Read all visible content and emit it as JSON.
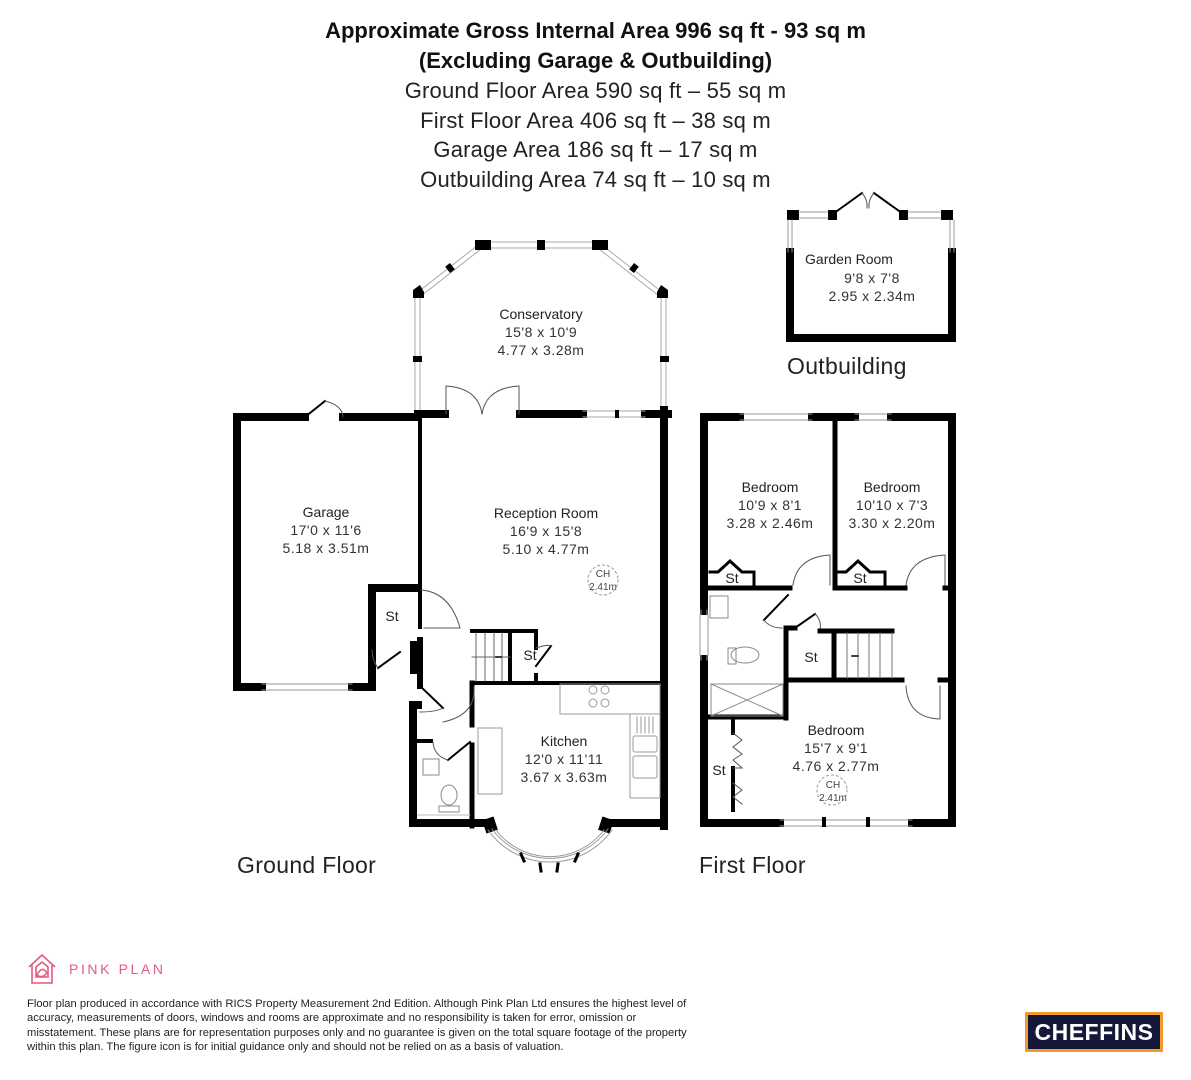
{
  "header": {
    "title_line1": "Approximate Gross Internal Area 996 sq ft - 93 sq m",
    "title_line2": "(Excluding Garage & Outbuilding)",
    "areas": [
      "Ground Floor Area 590 sq ft – 55 sq m",
      "First Floor Area 406 sq ft – 38 sq m",
      "Garage Area 186 sq ft – 17 sq m",
      "Outbuilding Area 74 sq ft – 10 sq m"
    ]
  },
  "floors": {
    "ground": {
      "label": "Ground Floor",
      "rooms": {
        "conservatory": {
          "name": "Conservatory",
          "imperial": "15'8 x 10'9",
          "metric": "4.77 x 3.28m"
        },
        "garage": {
          "name": "Garage",
          "imperial": "17'0 x 11'6",
          "metric": "5.18 x 3.51m"
        },
        "reception": {
          "name": "Reception Room",
          "imperial": "16'9 x 15'8",
          "metric": "5.10 x 4.77m"
        },
        "kitchen": {
          "name": "Kitchen",
          "imperial": "12'0 x 11'11",
          "metric": "3.67 x 3.63m"
        }
      },
      "storage_label": "St",
      "ceiling_height": {
        "label": "CH",
        "value": "2.41m"
      }
    },
    "first": {
      "label": "First Floor",
      "rooms": {
        "bedroom1": {
          "name": "Bedroom",
          "imperial": "10'9 x 8'1",
          "metric": "3.28 x 2.46m"
        },
        "bedroom2": {
          "name": "Bedroom",
          "imperial": "10'10 x 7'3",
          "metric": "3.30 x 2.20m"
        },
        "bedroom3": {
          "name": "Bedroom",
          "imperial": "15'7 x 9'1",
          "metric": "4.76 x 2.77m"
        }
      },
      "storage_label": "St",
      "ceiling_height": {
        "label": "CH",
        "value": "2.41m"
      }
    },
    "outbuilding": {
      "label": "Outbuilding",
      "rooms": {
        "garden_room": {
          "name": "Garden Room",
          "imperial": "9'8 x 7'8",
          "metric": "2.95 x 2.34m"
        }
      }
    }
  },
  "footer": {
    "brand": "PINK PLAN",
    "brand_color": "#e35b7f",
    "disclaimer": "Floor plan produced in accordance with RICS Property Measurement 2nd Edition. Although Pink Plan Ltd ensures the highest level of accuracy, measurements of doors, windows and rooms are approximate and no responsibility is taken for error, omission or misstatement. These plans are for representation purposes only and no guarantee is given on the total square footage of the property within this plan. The figure icon is for initial guidance only and should not be relied on as a basis of valuation.",
    "agent_logo": "CHEFFINS",
    "agent_colors": {
      "background": "#14193a",
      "border": "#f29a2e"
    }
  }
}
